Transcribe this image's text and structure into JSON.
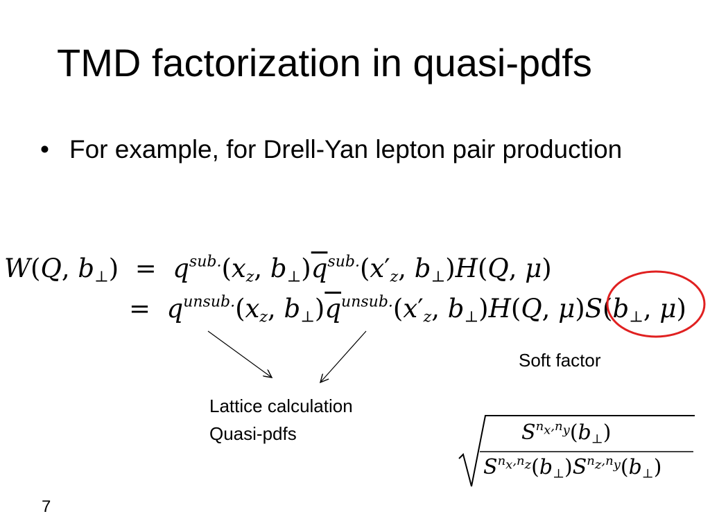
{
  "slide": {
    "title": "TMD factorization in quasi-pdfs",
    "bullet_marker": "•",
    "bullet_text": "For example, for Drell-Yan lepton pair production",
    "page_number": "7"
  },
  "equations": {
    "line1_lhs": "W(Q, b⊥)",
    "line1_rhs": "= qsub.(xz, b⊥)q̄sub.(x′z, b⊥)H(Q, μ)",
    "line2_rhs": "= qunsub.(xz, b⊥)q̄unsub.(x′z, b⊥)H(Q, μ)S(b⊥, μ)",
    "soft_factor_formula": "√( Snx,ny(b⊥) / (Snx,nz(b⊥) Snz,ny(b⊥)) )"
  },
  "annotations": {
    "soft_factor_label": "Soft factor",
    "lattice_label_line1": "Lattice calculation",
    "lattice_label_line2": "Quasi-pdfs",
    "highlight_color": "#e02020"
  }
}
